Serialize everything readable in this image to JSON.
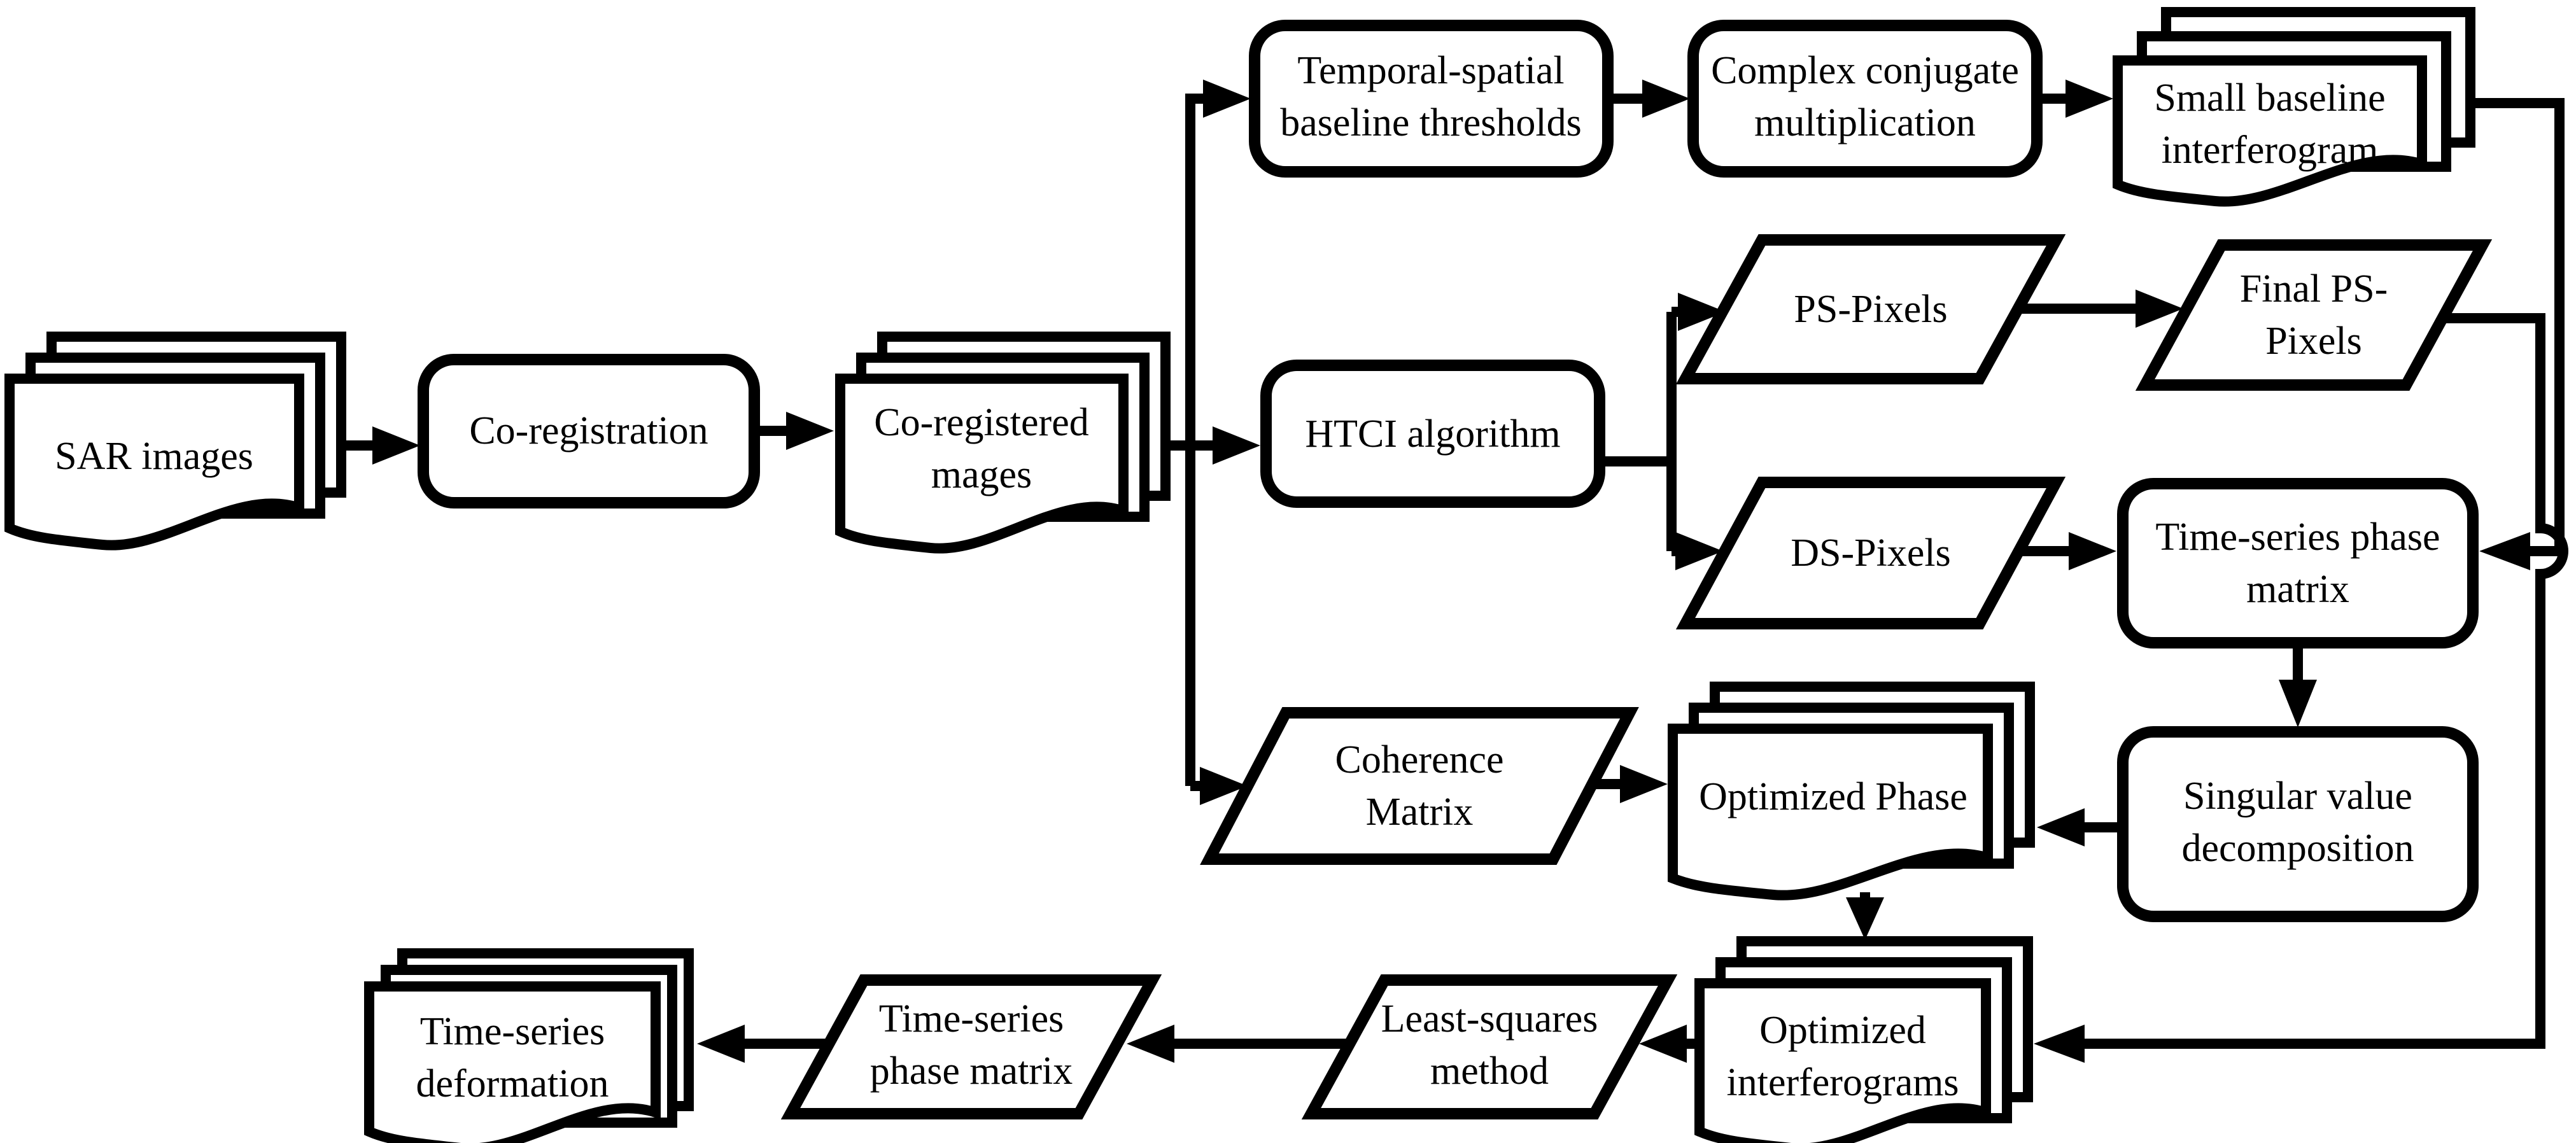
{
  "figure": {
    "type": "flowchart",
    "background_color": "#ffffff",
    "stroke_color": "#000000",
    "description": "SAR time-series InSAR (HTCI) processing flowchart"
  },
  "nodes": {
    "sar_images": {
      "label": "SAR images",
      "shape": "document-stack"
    },
    "co_registration": {
      "label": "Co-registration",
      "shape": "rounded-process"
    },
    "co_registered_images": {
      "lines": [
        "Co-registered",
        "mages"
      ],
      "shape": "document-stack"
    },
    "temporal_spatial": {
      "lines": [
        "Temporal-spatial",
        "baseline thresholds"
      ],
      "shape": "rounded-process"
    },
    "complex_conjugate": {
      "lines": [
        "Complex conjugate",
        "multiplication"
      ],
      "shape": "rounded-process"
    },
    "small_baseline_interferogram": {
      "lines": [
        "Small baseline",
        "interferogram"
      ],
      "shape": "document-stack"
    },
    "htci_algorithm": {
      "label": "HTCI algorithm",
      "shape": "rounded-process"
    },
    "ps_pixels": {
      "label": "PS-Pixels",
      "shape": "parallelogram-data"
    },
    "final_ps_pixels": {
      "lines": [
        "Final PS-",
        "Pixels"
      ],
      "shape": "parallelogram-data"
    },
    "ds_pixels": {
      "label": "DS-Pixels",
      "shape": "parallelogram-data"
    },
    "time_series_phase_matrix": {
      "lines": [
        "Time-series phase",
        "matrix"
      ],
      "shape": "rounded-process"
    },
    "singular_value_decomposition": {
      "lines": [
        "Singular value",
        "decomposition"
      ],
      "shape": "rounded-process"
    },
    "coherence_matrix": {
      "lines": [
        "Coherence",
        "Matrix"
      ],
      "shape": "parallelogram-data"
    },
    "optimized_phase": {
      "label": "Optimized Phase",
      "shape": "document-stack"
    },
    "optimized_interferograms": {
      "lines": [
        "Optimized",
        "interferograms"
      ],
      "shape": "document-stack"
    },
    "least_squares_method": {
      "lines": [
        "Least-squares",
        "method"
      ],
      "shape": "parallelogram-data"
    },
    "time_series_phase_matrix_2": {
      "lines": [
        "Time-series",
        "phase matrix"
      ],
      "shape": "parallelogram-data"
    },
    "time_series_deformation": {
      "lines": [
        "Time-series",
        "deformation"
      ],
      "shape": "document-stack"
    }
  },
  "edges": [
    {
      "from": "sar_images",
      "to": "co_registration"
    },
    {
      "from": "co_registration",
      "to": "co_registered_images"
    },
    {
      "from": "co_registered_images",
      "to": "temporal_spatial"
    },
    {
      "from": "co_registered_images",
      "to": "htci_algorithm"
    },
    {
      "from": "co_registered_images",
      "to": "coherence_matrix"
    },
    {
      "from": "temporal_spatial",
      "to": "complex_conjugate"
    },
    {
      "from": "complex_conjugate",
      "to": "small_baseline_interferogram"
    },
    {
      "from": "small_baseline_interferogram",
      "to": "time_series_phase_matrix"
    },
    {
      "from": "htci_algorithm",
      "to": "ps_pixels"
    },
    {
      "from": "htci_algorithm",
      "to": "ds_pixels"
    },
    {
      "from": "ps_pixels",
      "to": "final_ps_pixels"
    },
    {
      "from": "final_ps_pixels",
      "to": "optimized_interferograms"
    },
    {
      "from": "ds_pixels",
      "to": "time_series_phase_matrix"
    },
    {
      "from": "time_series_phase_matrix",
      "to": "singular_value_decomposition"
    },
    {
      "from": "singular_value_decomposition",
      "to": "optimized_phase"
    },
    {
      "from": "coherence_matrix",
      "to": "optimized_phase"
    },
    {
      "from": "optimized_phase",
      "to": "optimized_interferograms"
    },
    {
      "from": "optimized_interferograms",
      "to": "least_squares_method"
    },
    {
      "from": "least_squares_method",
      "to": "time_series_phase_matrix_2"
    },
    {
      "from": "time_series_phase_matrix_2",
      "to": "time_series_deformation"
    }
  ]
}
